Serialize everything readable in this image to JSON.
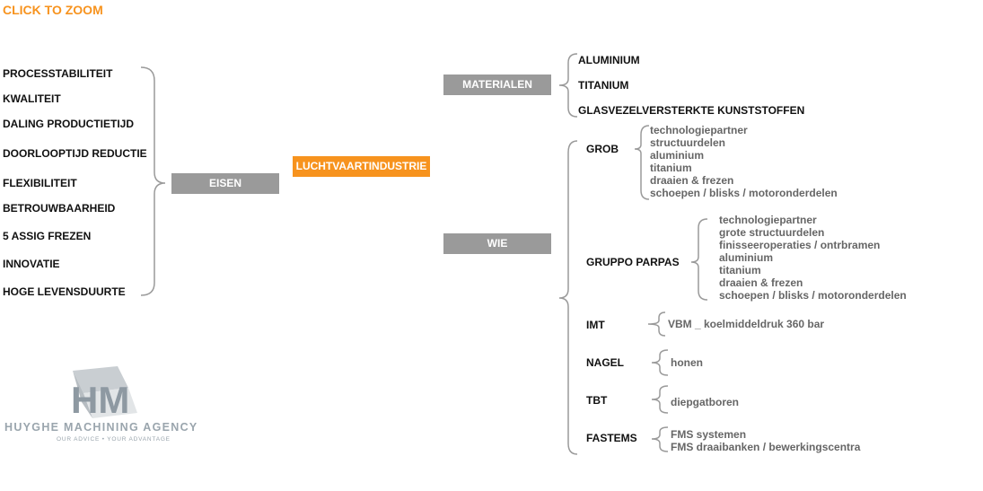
{
  "header": {
    "zoom_label": "CLICK TO ZOOM"
  },
  "requirements": [
    "PROCESSTABILITEIT",
    "KWALITEIT",
    "DALING PRODUCTIETIJD",
    "DOORLOOPTIJD REDUCTIE",
    "FLEXIBILITEIT",
    "BETROUWBAARHEID",
    "5 ASSIG FREZEN",
    "INNOVATIE",
    "HOGE LEVENSDUURTE"
  ],
  "boxes": {
    "eisen": "EISEN",
    "center": "LUCHTVAARTINDUSTRIE",
    "materialen": "MATERIALEN",
    "wie": "WIE"
  },
  "materials": [
    "ALUMINIUM",
    "TITANIUM",
    "GLASVEZELVERSTERKTE KUNSTSTOFFEN"
  ],
  "companies": [
    {
      "name": "GROB",
      "details": [
        "technologiepartner",
        "structuurdelen",
        "aluminium",
        "titanium",
        "draaien & frezen",
        "schoepen / blisks / motoronderdelen"
      ]
    },
    {
      "name": "GRUPPO PARPAS",
      "details": [
        "technologiepartner",
        "grote structuurdelen",
        "finisseeroperaties / ontrbramen",
        "aluminium",
        "titanium",
        "draaien & frezen",
        "schoepen / blisks / motoronderdelen"
      ]
    },
    {
      "name": "IMT",
      "details": [
        "VBM _ koelmiddeldruk 360 bar"
      ]
    },
    {
      "name": "NAGEL",
      "details": [
        "honen"
      ]
    },
    {
      "name": "TBT",
      "details": [
        "diepgatboren"
      ]
    },
    {
      "name": "FASTEMS",
      "details": [
        "FMS systemen",
        "FMS draaibanken / bewerkingscentra"
      ]
    }
  ],
  "logo": {
    "monogram": "HM",
    "name": "HUYGHE MACHINING AGENCY",
    "tagline": "OUR ADVICE • YOUR ADVANTAGE"
  },
  "colors": {
    "accent": "#f7931e",
    "box_grey": "#9a9a9a",
    "bracket": "#9a9a9a",
    "detail_text": "#666666"
  }
}
